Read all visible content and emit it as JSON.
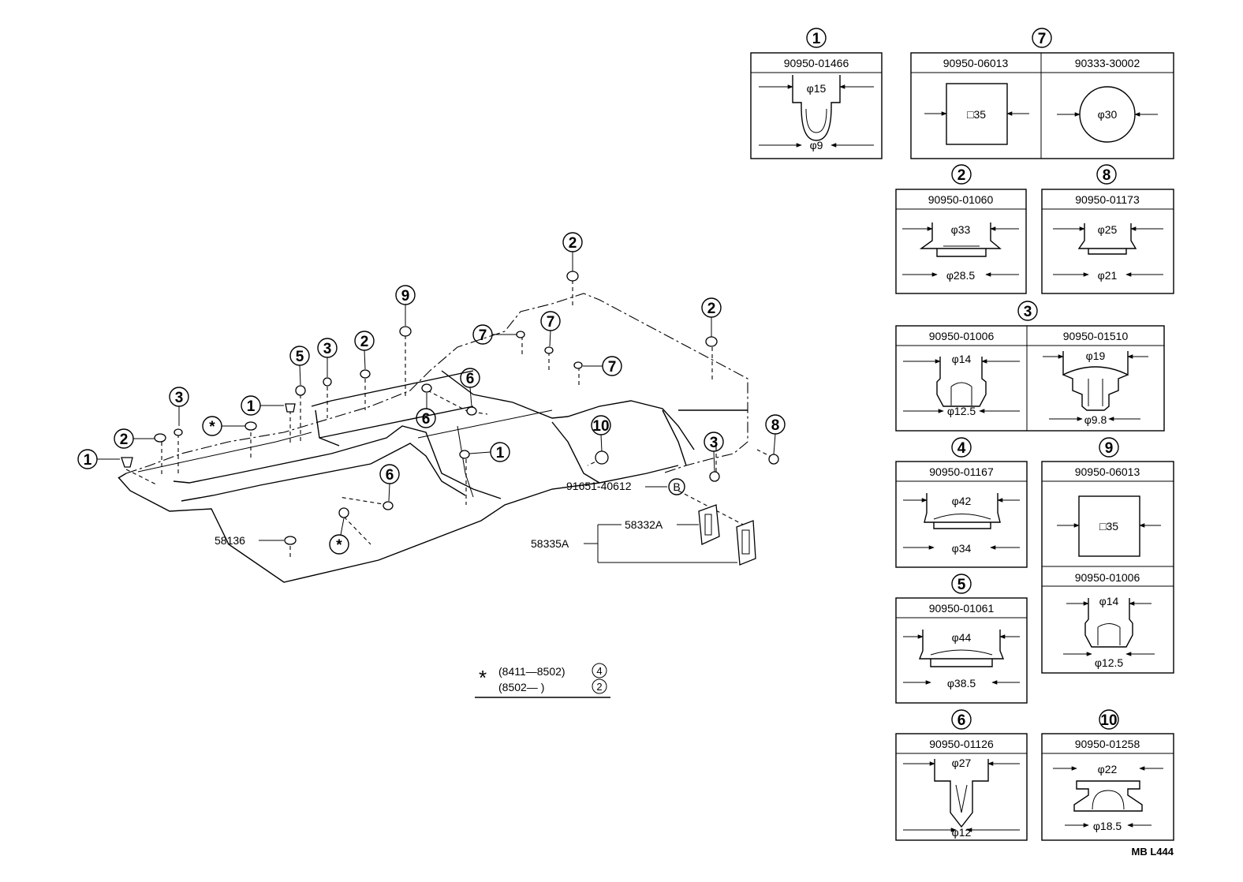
{
  "diagram": {
    "floor_labels": {
      "l58136": "58136",
      "l91651": "91651-40612",
      "lB": "B",
      "l58332": "58332A",
      "l58335": "58335A"
    },
    "callouts": [
      "1",
      "2",
      "3",
      "4",
      "5",
      "6",
      "7",
      "8",
      "9",
      "10",
      "*"
    ],
    "note": {
      "row1": "(8411—8502)",
      "row1_ref": "4",
      "row2": "(8502—        )",
      "row2_ref": "2"
    },
    "details": {
      "d1": {
        "ref": "1",
        "part": "90950-01466",
        "top": "φ15",
        "bottom": "φ9"
      },
      "d7": {
        "ref": "7",
        "part_a": "90950-06013",
        "dim_a": "□35",
        "part_b": "90333-30002",
        "dim_b": "φ30"
      },
      "d2": {
        "ref": "2",
        "part": "90950-01060",
        "top": "φ33",
        "bottom": "φ28.5"
      },
      "d8": {
        "ref": "8",
        "part": "90950-01173",
        "top": "φ25",
        "bottom": "φ21"
      },
      "d3": {
        "ref": "3",
        "part_a": "90950-01006",
        "top_a": "φ14",
        "bottom_a": "φ12.5",
        "part_b": "90950-01510",
        "top_b": "φ19",
        "bottom_b": "φ9.8"
      },
      "d4": {
        "ref": "4",
        "part": "90950-01167",
        "top": "φ42",
        "bottom": "φ34"
      },
      "d9": {
        "ref": "9",
        "part_a": "90950-06013",
        "dim_a": "□35",
        "part_b": "90950-01006",
        "top_b": "φ14",
        "bottom_b": "φ12.5"
      },
      "d5": {
        "ref": "5",
        "part": "90950-01061",
        "top": "φ44",
        "bottom": "φ38.5"
      },
      "d6": {
        "ref": "6",
        "part": "90950-01126",
        "top": "φ27",
        "bottom": "φ12"
      },
      "d10": {
        "ref": "10",
        "part": "90950-01258",
        "top": "φ22",
        "bottom": "φ18.5"
      }
    },
    "footer_code": "MB  L444"
  }
}
